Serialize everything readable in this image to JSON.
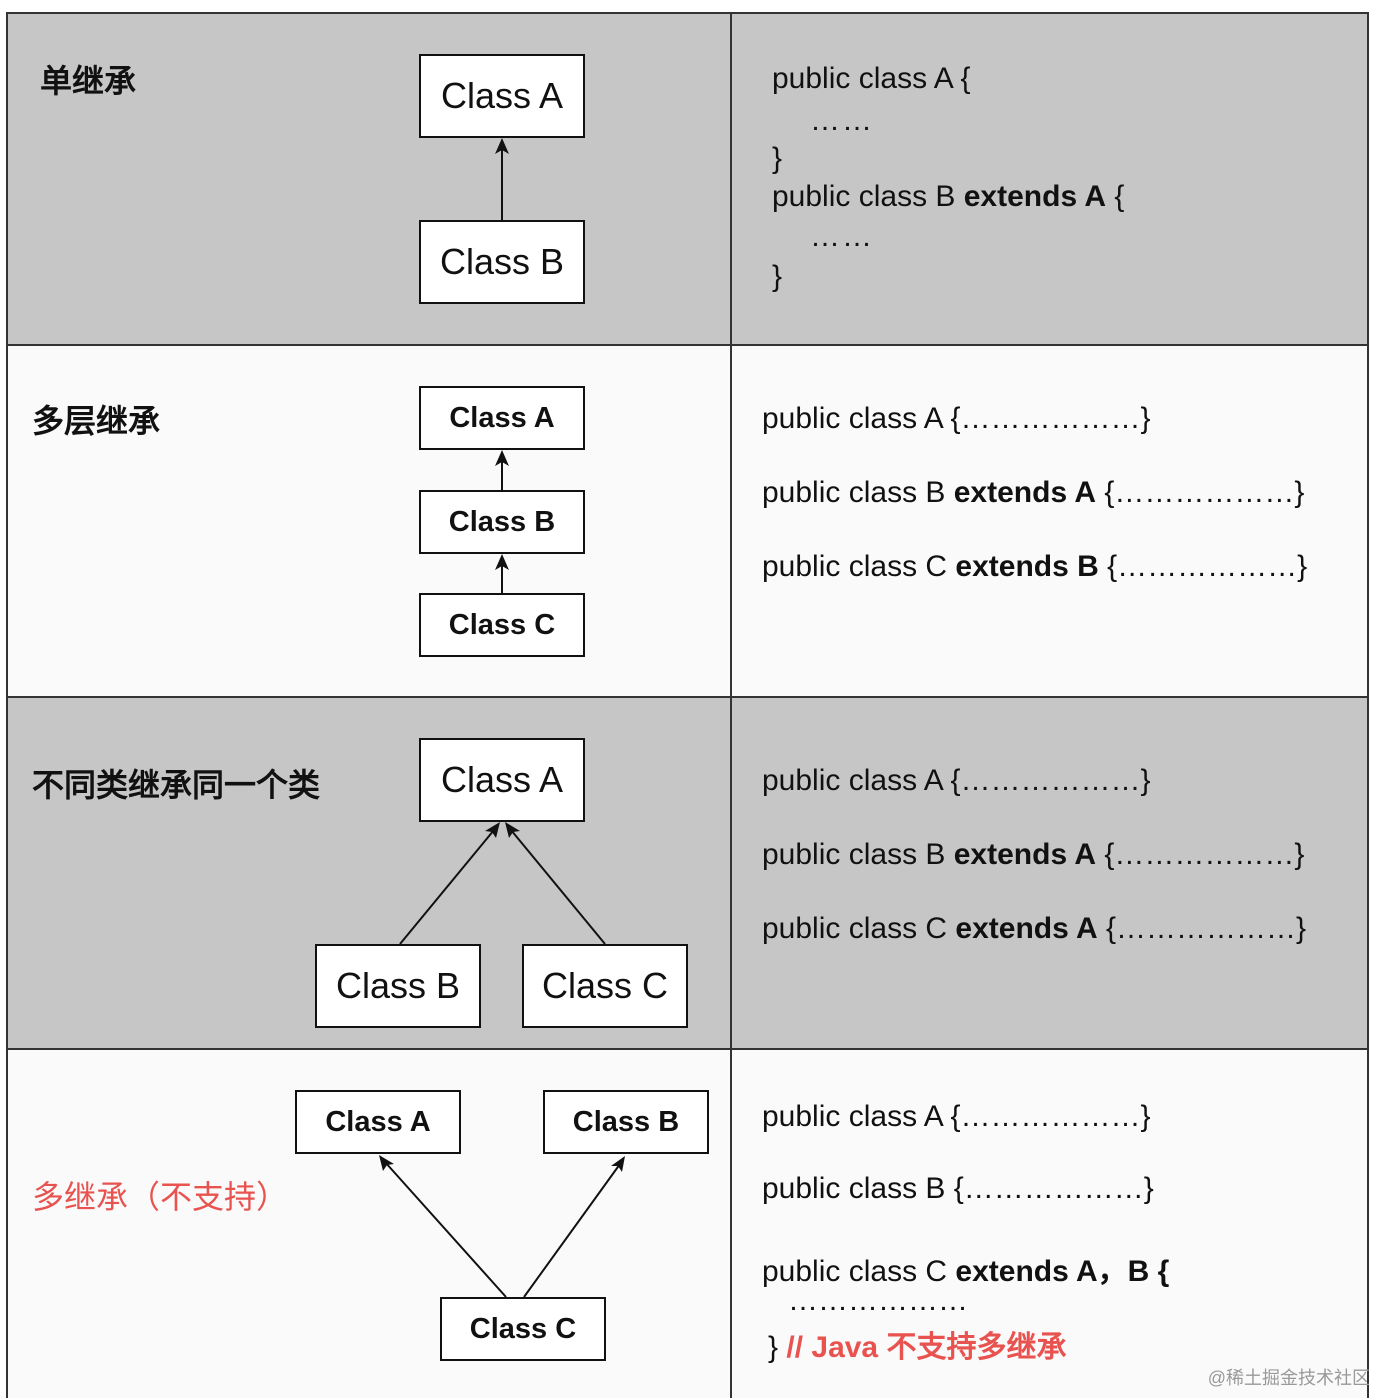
{
  "rows": [
    {
      "label": "单继承",
      "boxes": [
        "Class A",
        "Class B"
      ],
      "code": {
        "l1": "public class A {",
        "l2": "……",
        "l3": "}",
        "l4_pre": "public class B ",
        "l4_kw": "extends A",
        "l4_post": " {",
        "l5": "……",
        "l6": "}"
      }
    },
    {
      "label": "多层继承",
      "boxes": [
        "Class A",
        "Class B",
        "Class C"
      ],
      "code": {
        "l1": "public class A {………………}",
        "l2_pre": "public class B ",
        "l2_kw": "extends A",
        "l2_post": " {………………}",
        "l3_pre": "public class C ",
        "l3_kw": "extends B",
        "l3_post": " {………………}"
      }
    },
    {
      "label": "不同类继承同一个类",
      "boxes": [
        "Class A",
        "Class B",
        "Class C"
      ],
      "code": {
        "l1": "public class A {………………}",
        "l2_pre": "public class B ",
        "l2_kw": "extends A",
        "l2_post": " {………………}",
        "l3_pre": "public class C ",
        "l3_kw": "extends A",
        "l3_post": " {………………}"
      }
    },
    {
      "label": "多继承（不支持）",
      "boxes": [
        "Class A",
        "Class B",
        "Class C"
      ],
      "code": {
        "l1": "public class A {………………}",
        "l2": "public class B {………………}",
        "l3_pre": "public class C ",
        "l3_kw": "extends A，B {",
        "l4": "………………",
        "l5_brace": "}",
        "l5_comment": "// Java 不支持多继承"
      }
    }
  ],
  "watermark": "@稀土掘金技术社区",
  "colors": {
    "gray_row": "#c6c6c6",
    "white_row": "#fafafa",
    "red": "#e8524f"
  }
}
